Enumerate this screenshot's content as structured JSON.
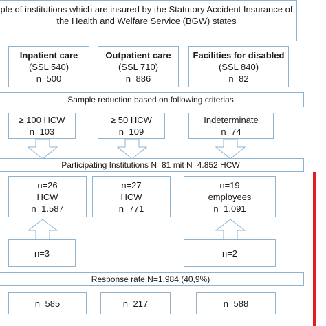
{
  "header": {
    "line1": "ple of institutions which are insured by the Statutory Accident Insurance of",
    "line2": "the Health and Welfare Service (BGW) states"
  },
  "categories": [
    {
      "title": "Inpatient care",
      "code": "(SSL 540)",
      "count": "n=500"
    },
    {
      "title": "Outpatient care",
      "code": "(SSL 710)",
      "count": "n=886"
    },
    {
      "title": "Facilities for disabled",
      "code": "(SSL 840)",
      "count": "n=82"
    }
  ],
  "reduction_label": "Sample reduction based on following criterias",
  "criteria": [
    {
      "label": "≥ 100 HCW",
      "count": "n=103"
    },
    {
      "label": "≥ 50 HCW",
      "count": "n=109"
    },
    {
      "label": "Indeterminate",
      "count": "n=74"
    }
  ],
  "participating_label": "Participating Institutions N=81 mit N=4.852 HCW",
  "participants": [
    {
      "line1": "n=26",
      "line2": "HCW",
      "line3": "n=1.587"
    },
    {
      "line1": "n=27",
      "line2": "HCW",
      "line3": "n=771"
    },
    {
      "line1": "n=19",
      "line2": "employees",
      "line3": "n=1.091"
    }
  ],
  "excluded": [
    "n=3",
    "n=2"
  ],
  "response_label": "Response rate  N=1.984 (40,9%)",
  "responses": [
    "n=585",
    "n=217",
    "n=588"
  ],
  "colors": {
    "border": "#8fb3cf",
    "arrow_fill": "#ffffff",
    "arrow_stroke": "#8fb3cf",
    "red_bar": "#e01e24"
  }
}
